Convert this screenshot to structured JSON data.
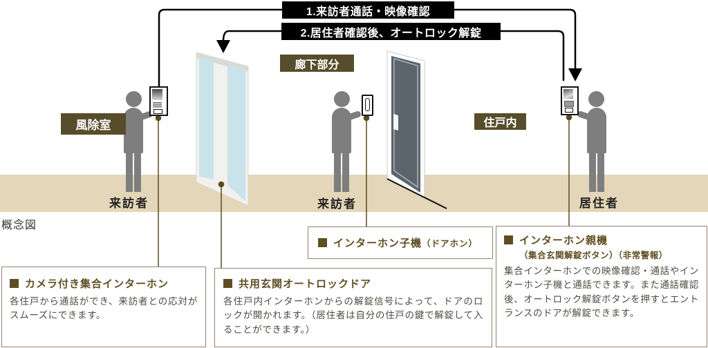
{
  "flow": {
    "step1": "1.来訪者通話・映像確認",
    "step2": "2.居住者確認後、オートロック解錠"
  },
  "areas": {
    "windbreak": "風除室",
    "corridor": "廊下部分",
    "dwelling": "住戸内"
  },
  "persons": {
    "visitor_entrance": "来訪者",
    "visitor_corridor": "来訪者",
    "resident": "居住者"
  },
  "caption": "概念図",
  "callouts": {
    "entrance_intercom": {
      "title": "カメラ付き集合インターホン",
      "body": "各住戸から通話ができ、来訪者との応対がスムーズにできます。"
    },
    "autolock_door": {
      "title": "共用玄関オートロックドア",
      "body": "各住戸内インターホンからの解錠信号によって、ドアのロックが開かれます。（居住者は自分の住戸の鍵で解錠して入ることができます。）"
    },
    "doorbell": {
      "title": "インターホン子機",
      "title_note": "（ドアホン）"
    },
    "master_unit": {
      "title": "インターホン親機",
      "subtitle": "（集合玄関解錠ボタン）（非常警報）",
      "body": "集合インターホンでの映像確認・通話やインターホン子機と通話できます。また通話確認後、オートロック解錠ボタンを押すとエントランスのドアが解錠できます。"
    }
  },
  "colors": {
    "floor": "#e4d6b8",
    "area_tag_bg": "#584d2a",
    "person_gray": "#7e7e7e",
    "flow_line": "#000000",
    "connector_brown": "#5a4a1e",
    "glass_blue": "#c9e3eb",
    "door_slate": "#5b646c",
    "callout_border": "#8f8270",
    "callout_title": "#5e4e22",
    "callout_body": "#4e4b42"
  }
}
